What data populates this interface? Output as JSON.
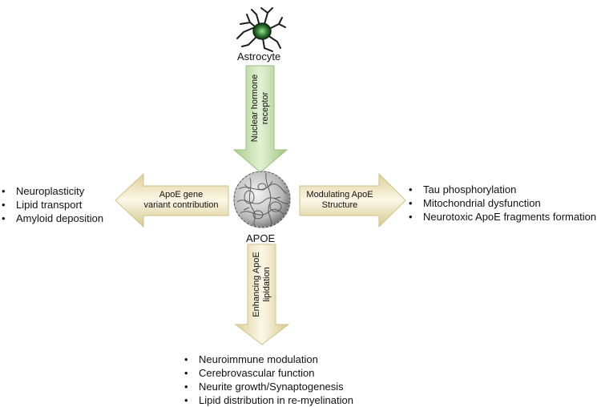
{
  "center": {
    "label": "APOE"
  },
  "top": {
    "source_label": "Astrocyte",
    "arrow_text_line1": "Nuclear hormone",
    "arrow_text_line2": "receptor",
    "arrow_color": "#c3dba7"
  },
  "left": {
    "arrow_text_line1": "ApoE gene",
    "arrow_text_line2": "variant contribution",
    "items": [
      "Neuroplasticity",
      "Lipid transport",
      "Amyloid deposition"
    ],
    "arrow_color": "#ece3b5"
  },
  "right": {
    "arrow_text_line1": "Modulating ApoE",
    "arrow_text_line2": "Structure",
    "items": [
      "Tau phosphorylation",
      "Mitochondrial dysfunction",
      "Neurotoxic ApoE fragments formation"
    ],
    "arrow_color": "#ece3b5"
  },
  "bottom": {
    "arrow_text_line1": "Enhancing ApoE",
    "arrow_text_line2": "lipidation",
    "items": [
      "Neuroimmune modulation",
      "Cerebrovascular function",
      "Neurite growth/Synaptogenesis",
      "Lipid distribution in re-myelination"
    ],
    "arrow_color": "#ece3b5"
  }
}
